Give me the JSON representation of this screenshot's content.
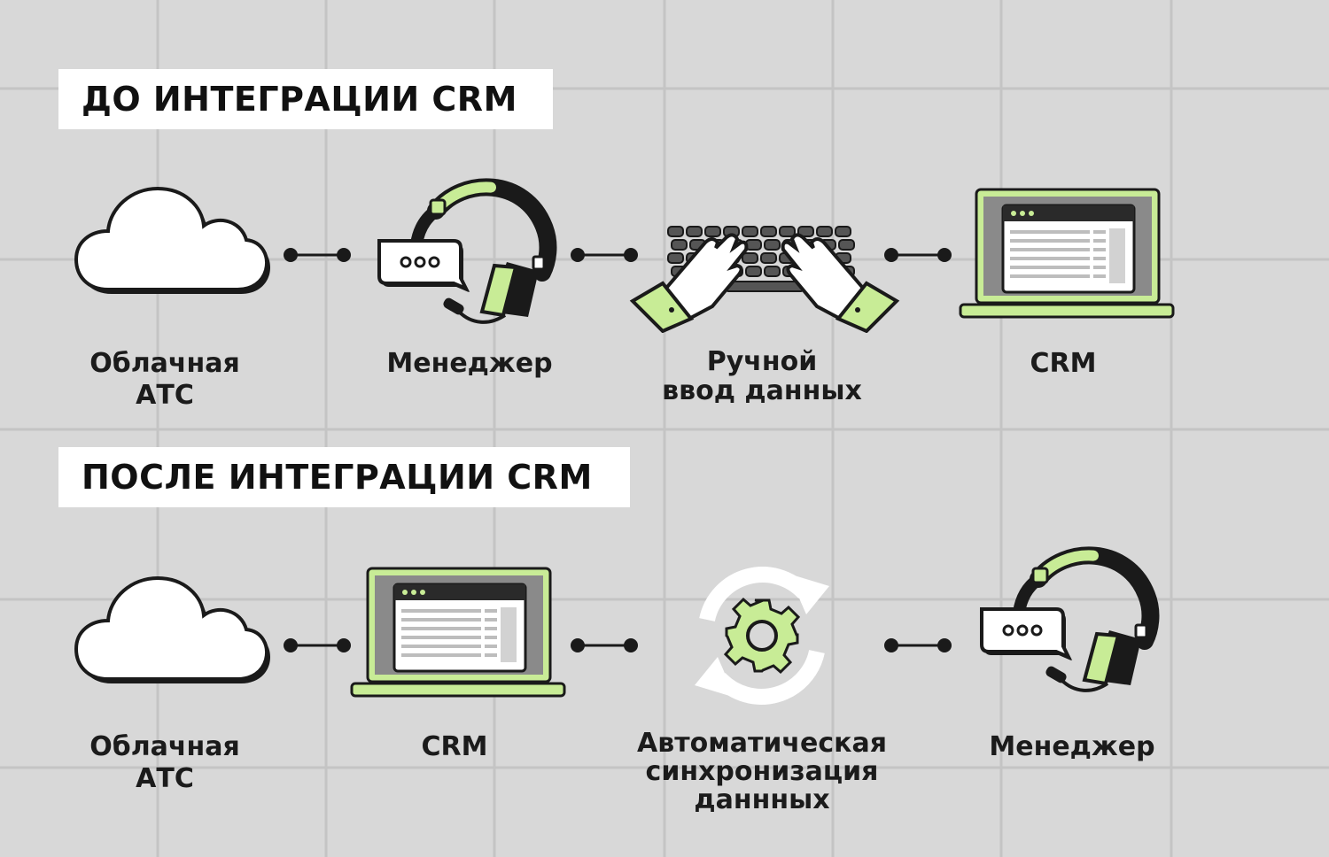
{
  "before": {
    "title": "ДО ИНТЕГРАЦИИ CRM",
    "steps": [
      {
        "line1": "Облачная",
        "line2": "АТС"
      },
      {
        "line1": "Менеджер",
        "line2": ""
      },
      {
        "line1": "Ручной",
        "line2": "ввод данных"
      },
      {
        "line1": "CRM",
        "line2": ""
      }
    ]
  },
  "after": {
    "title": "ПОСЛЕ ИНТЕГРАЦИИ CRM",
    "steps": [
      {
        "line1": "Облачная",
        "line2": "АТС"
      },
      {
        "line1": "CRM",
        "line2": ""
      },
      {
        "line1": "Автоматическая",
        "line2": "синхронизация",
        "line3": "даннных"
      },
      {
        "line1": "Менеджер",
        "line2": ""
      }
    ]
  },
  "colors": {
    "background": "#d8d8d8",
    "grid": "#c4c4c4",
    "accent": "#c8ec96",
    "outline": "#1a1a1a",
    "screen": "#8a8a8a",
    "white": "#ffffff"
  },
  "icons": [
    "cloud-icon",
    "headset-chat-icon",
    "hands-keyboard-icon",
    "laptop-crm-icon",
    "sync-gear-icon"
  ]
}
